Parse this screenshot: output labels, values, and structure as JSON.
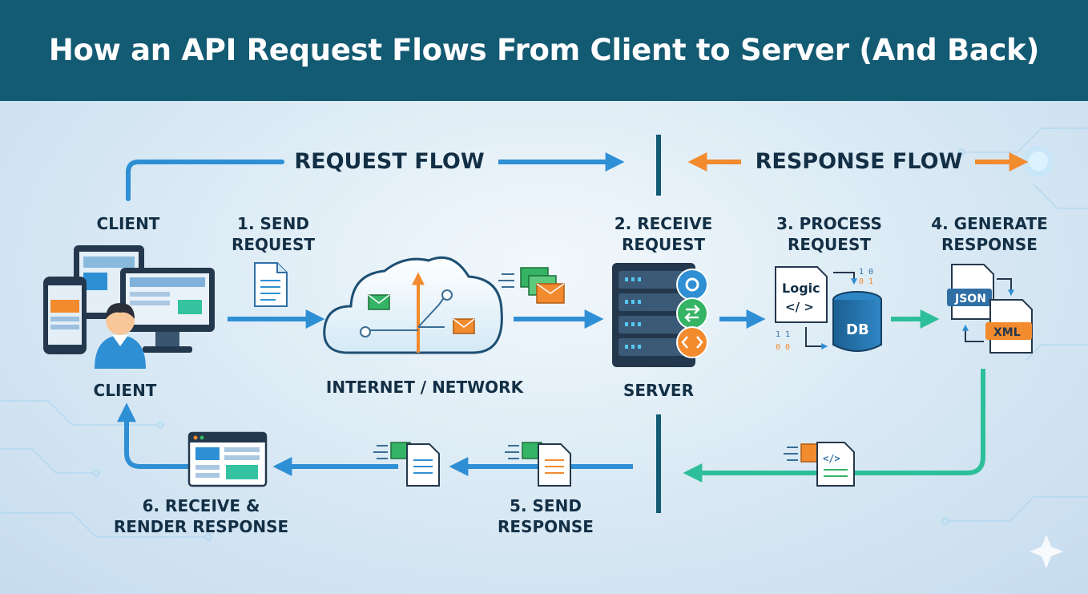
{
  "title": "How an API Request Flows From Client to Server (And Back)",
  "flows": {
    "request": "REQUEST FLOW",
    "response": "RESPONSE FLOW"
  },
  "nodes": {
    "client_top": "CLIENT",
    "client_bottom": "CLIENT",
    "network": "INTERNET / NETWORK",
    "server": "SERVER"
  },
  "steps": {
    "send_request": "1. SEND\nREQUEST",
    "receive_request": "2. RECEIVE\nREQUEST",
    "process_request": "3. PROCESS\nREQUEST",
    "generate_response": "4. GENERATE\nRESPONSE",
    "send_response": "5. SEND\nRESPONSE",
    "receive_render": "6. RECEIVE &\nRENDER RESPONSE"
  },
  "icon_labels": {
    "logic": "Logic",
    "code": "</ >",
    "db": "DB",
    "json": "JSON",
    "xml": "XML"
  },
  "colors": {
    "header": "#135a73",
    "request_arrow": "#2f8fd4",
    "response_arrow": "#f28a2e",
    "return_arrow": "#2dbf9a",
    "divider": "#135a73"
  }
}
